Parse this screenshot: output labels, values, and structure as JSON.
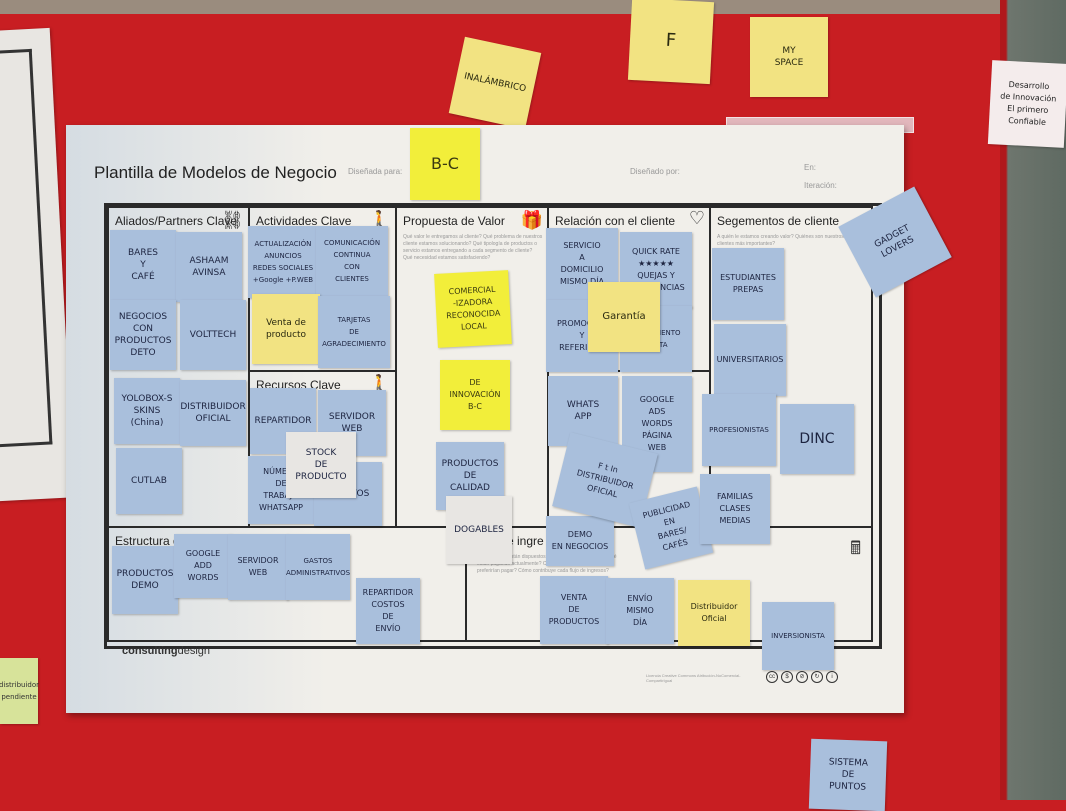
{
  "scene": {
    "description": "Business Model Canvas poster on a red board covered with sticky notes",
    "colors": {
      "board": "#c81e22",
      "poster": "#f1efea",
      "blue_note": "#a9bfdc",
      "yellow_note": "#f2ee3a",
      "pale_yellow_note": "#f2e382"
    }
  },
  "poster": {
    "title": "Plantilla de Modelos de Negocio",
    "designed_for_label": "Diseñada para:",
    "designed_by_label": "Diseñado por:",
    "date_label": "En:",
    "iteration_label": "Iteración:",
    "brand_prefix": "consulting",
    "brand_suffix": "design",
    "license_icons": [
      "cc",
      "by",
      "nc",
      "sa",
      "info"
    ]
  },
  "sections": {
    "partners": {
      "title": "Aliados/Partners Clave",
      "icon": "chain-link-icon"
    },
    "activities": {
      "title": "Actividades Clave",
      "icon": "worker-icon"
    },
    "resources": {
      "title": "Recursos Clave",
      "icon": "worker-icon"
    },
    "value": {
      "title": "Propuesta de Valor",
      "icon": "gift-icon",
      "subtext": "Qué valor le entregamos al cliente? Qué problema de nuestros cliente estamos solucionando? Qué tipología de productos o servicio estamos entregando a cada segmento de cliente? Qué necesidad estamos satisfaciendo?"
    },
    "relationship": {
      "title": "Relación con el cliente",
      "icon": "heart-icon"
    },
    "segments": {
      "title": "Segementos de cliente",
      "icon": "person-icon",
      "subtext": "A quién le estamos creando valor? Quiénes son nuestros clientes más importantes?"
    },
    "costs": {
      "title": "Estructura d",
      "icon": "receipt-icon"
    },
    "revenue": {
      "title": "e ingre",
      "icon": "cash-register-icon",
      "subtext": "Por qué valor están dispuestos a pagar nuestros clientes? Qué están pagando actualmente? Cómo están pagando? Cómo preferirían pagar? Cómo contribuye cada flujo de ingresos?"
    }
  },
  "notes": {
    "designed_for": "B-C",
    "partners": [
      "BARES\nY\nCAFÉ",
      "ASHAAM\nAVINSA",
      "NEGOCIOS\nCON\nPRODUCTOS\nDETO",
      "VOLTTECH",
      "YOLOBOX-S\nSKINS\n(China)",
      "DISTRIBUIDOR\nOFICIAL",
      "CUTLAB"
    ],
    "activities": [
      "ACTUALIZACIÓN\nANUNCIOS\nREDES SOCIALES\n+Google +P.WEB",
      "COMUNICACIÓN\nCONTINUA\nCON\nCLIENTES",
      "Venta de\nproducto",
      "TARJETAS\nDE\nAGRADECIMIENTO"
    ],
    "resources": [
      "REPARTIDOR",
      "SERVIDOR\nWEB",
      "STOCK\nDE\nPRODUCTO",
      "NÚMERO\nDE\nTRABAJO\nWHATSAPP",
      "EVENTOS"
    ],
    "value": [
      "COMERCIAL\n-IZADORA\nRECONOCIDA\nLOCAL",
      "DE\nINNOVACIÓN\nB-C",
      "PRODUCTOS\nDE\nCALIDAD",
      "DOGABLES"
    ],
    "relationship": [
      "SERVICIO\nA\nDOMICILIO\nMISMO DÍA",
      "QUICK RATE\n★★★★★\nQUEJAS Y\nSUGERENCIAS",
      "Garantía",
      "PROMOCIÓN\nY\nREFERIDOS",
      "SEGUIMIENTO\nVENTA"
    ],
    "channels": [
      "WHATS\nAPP",
      "GOOGLE\nADS\nWORDS\nPÁGINA\nWEB",
      "F t In\nDISTRIBUIDOR\nOFICIAL",
      "DEMO\nEN NEGOCIOS",
      "PUBLICIDAD\nEN\nBARES/\nCAFÉS"
    ],
    "segments": [
      "ESTUDIANTES\nPREPAS",
      "UNIVERSITARIOS",
      "PROFESIONISTAS",
      "DINC",
      "FAMILIAS\nCLASES\nMEDIAS",
      "GADGET\nLOVERS"
    ],
    "costs": [
      "PRODUCTOS\nDEMO",
      "GOOGLE\nADD\nWORDS",
      "SERVIDOR\nWEB",
      "GASTOS\nADMINISTRATIVOS",
      "REPARTIDOR\nCOSTOS\nDE\nENVÍO"
    ],
    "revenue": [
      "VENTA\nDE\nPRODUCTOS",
      "ENVÍO\nMISMO\nDÍA",
      "Distribuidor\nOficial",
      "INVERSIONISTA"
    ],
    "board": [
      "INALÁMBRICO",
      "F",
      "MY\nSPACE",
      "Desarrollo\nde Innovación\nEl primero\nConfiable",
      "SISTEMA\nDE\nPUNTOS",
      "distribuidor\npendiente"
    ]
  }
}
